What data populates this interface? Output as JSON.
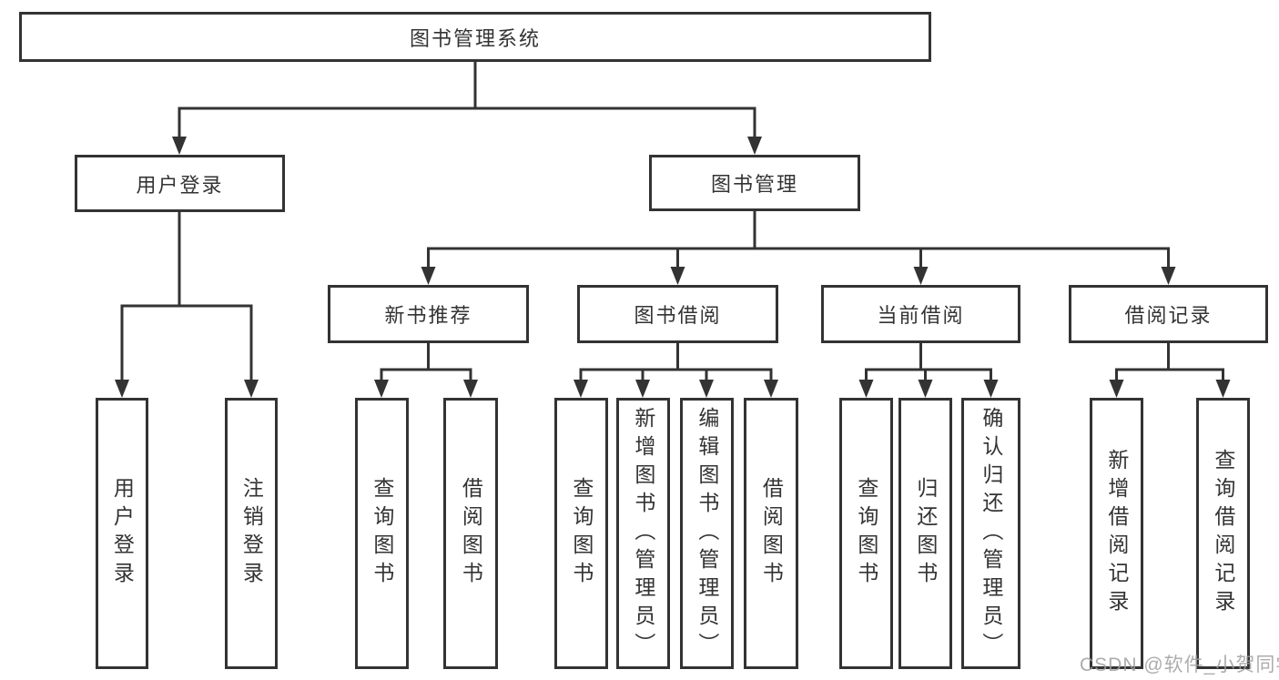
{
  "nodes": {
    "root": "图书管理系统",
    "user_login": "用户登录",
    "book_management": "图书管理",
    "new_book_recommendation": "新书推荐",
    "book_borrowing": "图书借阅",
    "current_borrowing": "当前借阅",
    "borrowing_records": "借阅记录"
  },
  "leaves": [
    "用户登录",
    "注销登录",
    "查询图书",
    "借阅图书",
    "查询图书",
    "新增图书（管理员）",
    "编辑图书（管理员）",
    "借阅图书",
    "查询图书",
    "归还图书",
    "确认归还（管理员）",
    "新增借阅记录",
    "查询借阅记录"
  ],
  "watermark": "CSDN @软件_小贺同学",
  "colors": {
    "line": "#333333",
    "watermark": "#9e9e9e",
    "background": "#ffffff"
  }
}
